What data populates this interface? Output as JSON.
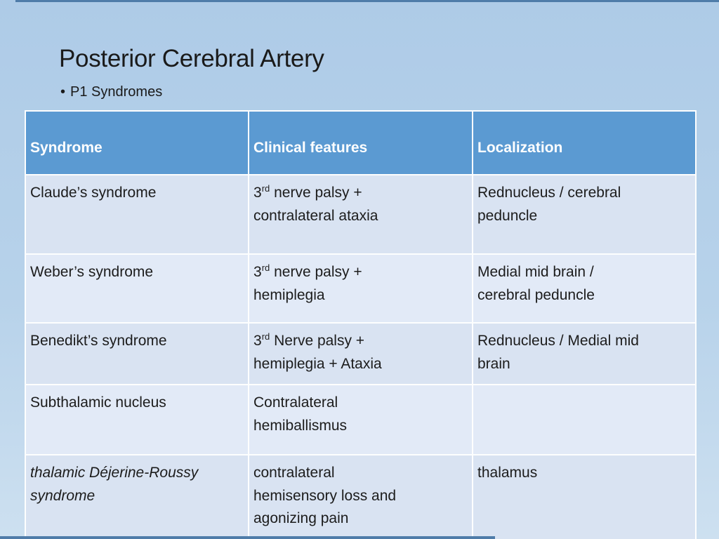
{
  "slide": {
    "title": "Posterior Cerebral Artery",
    "bullet_marker": "•",
    "bullet_text": "P1 Syndromes"
  },
  "colors": {
    "background_top": "#aecbe7",
    "background_bottom": "#cde0f0",
    "header_bg": "#5b9ad2",
    "header_text": "#ffffff",
    "row_band_dark": "#d9e3f2",
    "row_band_light": "#e2eaf7",
    "body_text": "#1c1c1c",
    "cell_border": "#fdfefe",
    "edge_strip": "#4f7ca9"
  },
  "table": {
    "headers": [
      "Syndrome",
      "Clinical features",
      "Localization"
    ],
    "rows": [
      {
        "syndrome": [
          {
            "t": "Claude’s syndrome"
          }
        ],
        "clinical": [
          {
            "t": "3"
          },
          {
            "t": "rd",
            "sup": true
          },
          {
            "t": " nerve palsy +"
          },
          {
            "br": true
          },
          {
            "t": "contralateral ataxia"
          }
        ],
        "localization": [
          {
            "t": "Rednucleus / cerebral"
          },
          {
            "br": true
          },
          {
            "t": "peduncle"
          }
        ]
      },
      {
        "syndrome": [
          {
            "t": "Weber’s syndrome"
          }
        ],
        "clinical": [
          {
            "t": "3"
          },
          {
            "t": "rd",
            "sup": true
          },
          {
            "t": " nerve palsy +"
          },
          {
            "br": true
          },
          {
            "t": "hemiplegia"
          }
        ],
        "localization": [
          {
            "t": "Medial mid brain /"
          },
          {
            "br": true
          },
          {
            "t": "cerebral peduncle"
          }
        ]
      },
      {
        "syndrome": [
          {
            "t": "Benedikt’s syndrome"
          }
        ],
        "clinical": [
          {
            "t": "3"
          },
          {
            "t": "rd",
            "sup": true
          },
          {
            "t": " Nerve palsy +"
          },
          {
            "br": true
          },
          {
            "t": "hemiplegia + Ataxia"
          }
        ],
        "localization": [
          {
            "t": "Rednucleus / Medial mid"
          },
          {
            "br": true
          },
          {
            "t": "brain"
          }
        ]
      },
      {
        "syndrome": [
          {
            "t": "Subthalamic nucleus"
          }
        ],
        "clinical": [
          {
            "t": "Contralateral"
          },
          {
            "br": true
          },
          {
            "t": "hemiballismus"
          }
        ],
        "localization": []
      },
      {
        "italic": true,
        "syndrome": [
          {
            "t": "thalamic Déjerine-Roussy"
          },
          {
            "br": true
          },
          {
            "t": "syndrome"
          }
        ],
        "clinical": [
          {
            "t": "contralateral"
          },
          {
            "br": true
          },
          {
            "t": "hemisensory loss and"
          },
          {
            "br": true
          },
          {
            "t": "agonizing pain"
          }
        ],
        "localization": [
          {
            "t": "thalamus"
          }
        ]
      }
    ]
  }
}
